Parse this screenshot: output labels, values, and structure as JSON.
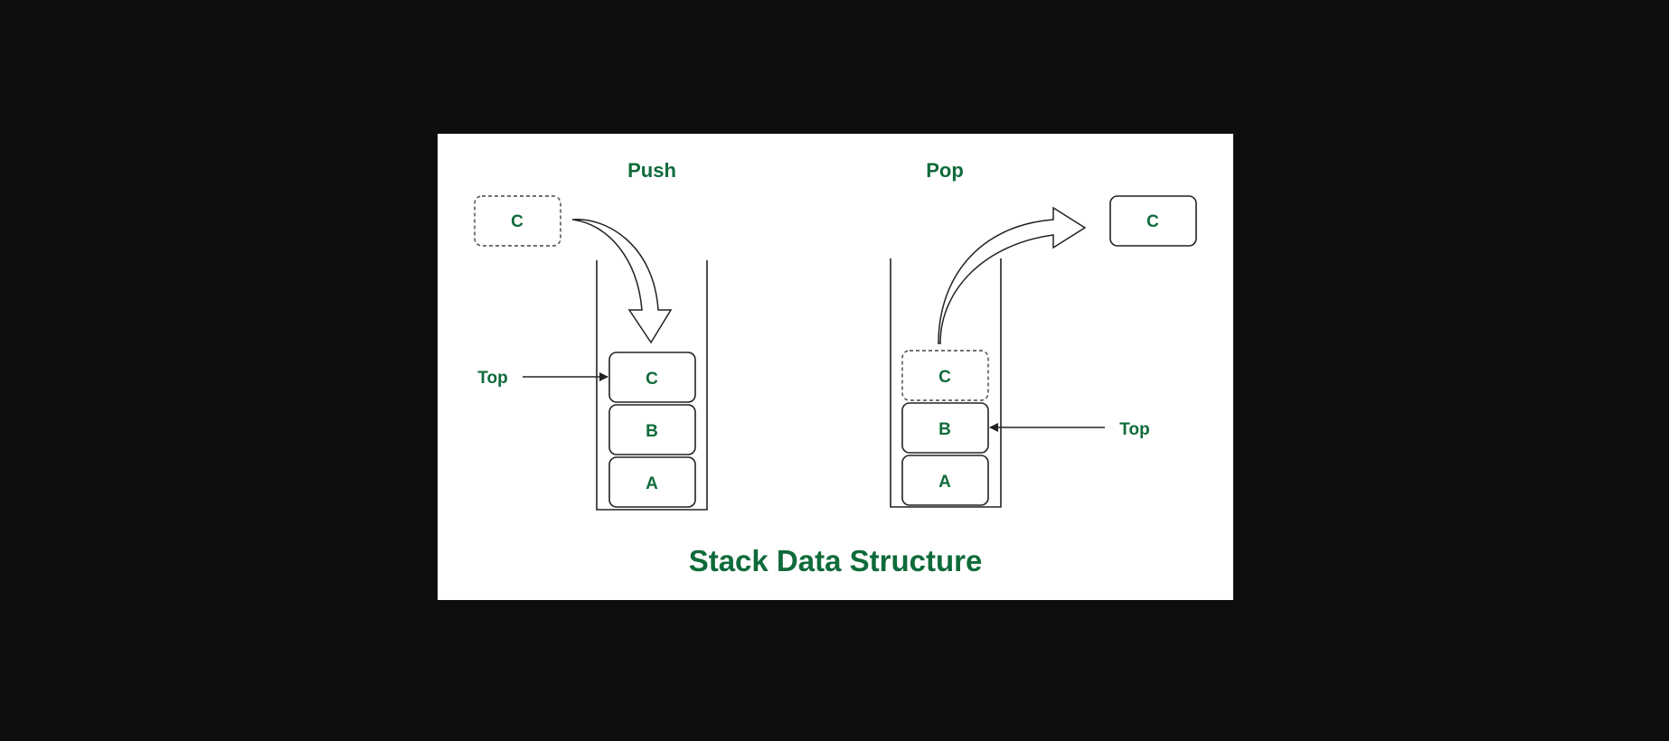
{
  "diagram": {
    "title": "Stack Data Structure",
    "push": {
      "heading": "Push",
      "incoming_item": "C",
      "stack_items": [
        "C",
        "B",
        "A"
      ],
      "top_label": "Top"
    },
    "pop": {
      "heading": "Pop",
      "removed_item": "C",
      "stack_items": [
        "C",
        "B",
        "A"
      ],
      "top_label": "Top"
    }
  }
}
